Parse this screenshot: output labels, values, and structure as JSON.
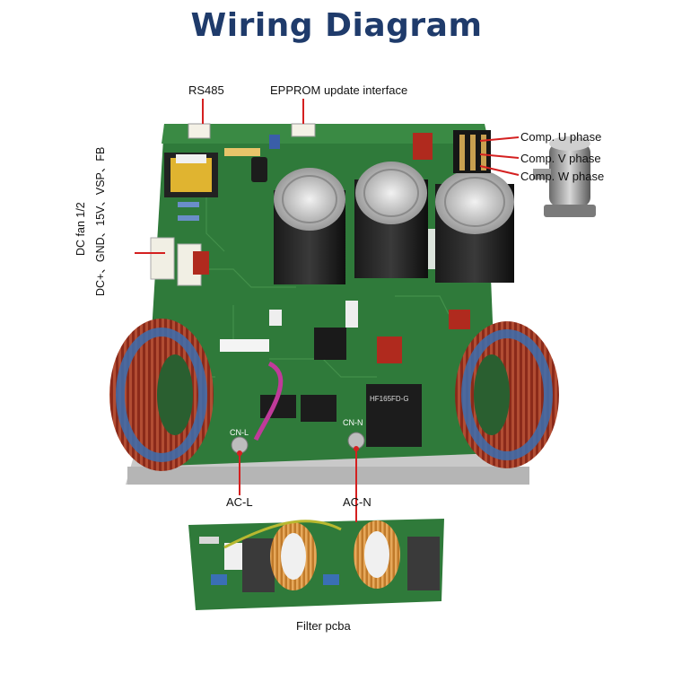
{
  "title": "Wiring Diagram",
  "labels": {
    "rs485": "RS485",
    "eeprom": "EPPROM update interface",
    "comp_u": "Comp. U phase",
    "comp_v": "Comp. V phase",
    "comp_w": "Comp. W phase",
    "dc_fan_line1": "DC fan 1/2",
    "dc_fan_line2": "DC+、GND、15V、VSP、FB",
    "ac_l": "AC-L",
    "ac_n": "AC-N",
    "filter": "Filter pcba"
  },
  "board_marks": {
    "cn_l": "CN-L",
    "cn_n": "CN-N",
    "relay": "HF165FD-G"
  },
  "colors": {
    "title": "#1f3b6b",
    "leader": "#d42020",
    "pcb": "#2f7a3a",
    "copper": "#8b2a1a"
  }
}
